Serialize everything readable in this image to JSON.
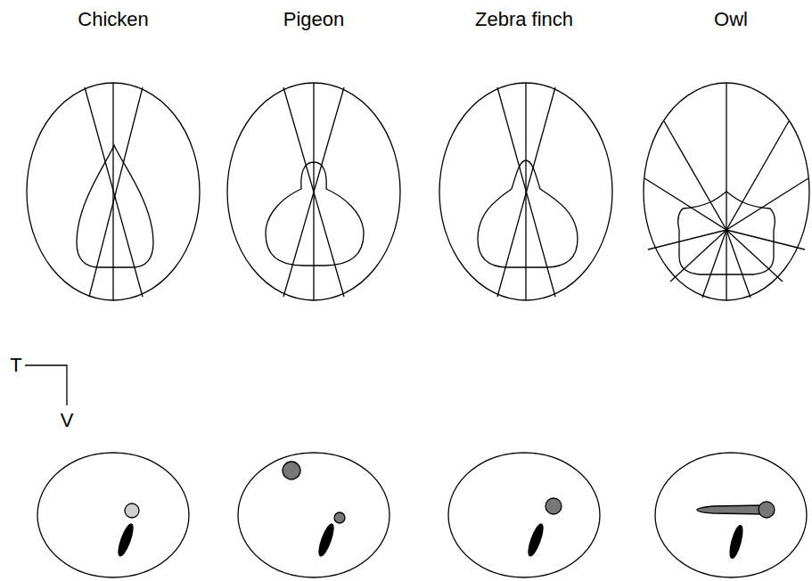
{
  "diagram": {
    "labels": [
      "Chicken",
      "Pigeon",
      "Zebra finch",
      "Owl",
      "T",
      "V"
    ]
  }
}
